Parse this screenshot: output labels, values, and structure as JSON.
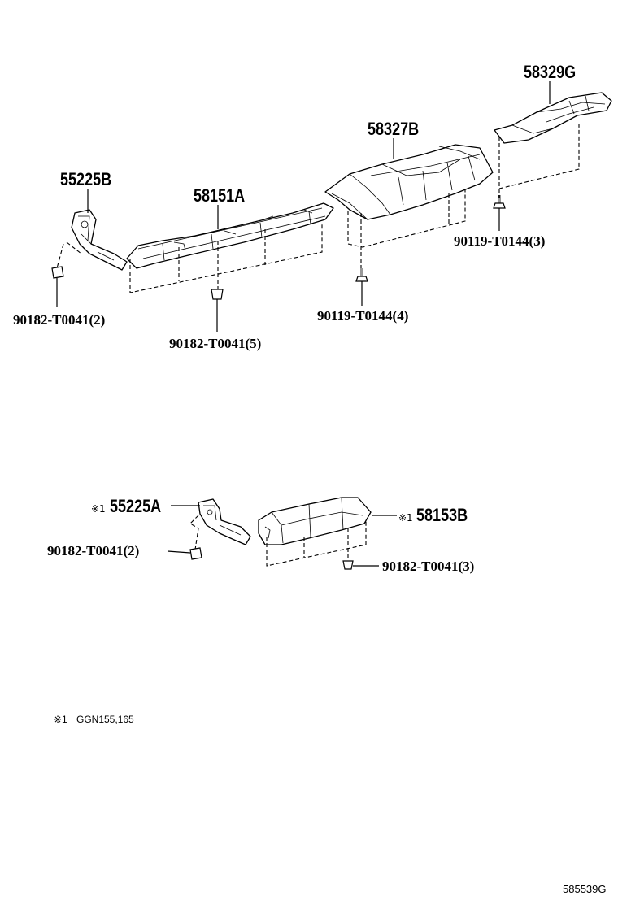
{
  "labels": {
    "p55225B": "55225B",
    "p58151A": "58151A",
    "p58327B": "58327B",
    "p58329G": "58329G",
    "p55225A": "55225A",
    "p58153B": "58153B",
    "b_90182_2_top": "90182-T0041(2)",
    "b_90182_5": "90182-T0041(5)",
    "b_90119_4": "90119-T0144(4)",
    "b_90119_3": "90119-T0144(3)",
    "b_90182_2_bottom": "90182-T0041(2)",
    "b_90182_3": "90182-T0041(3)"
  },
  "applicability_mark": "※1",
  "note": {
    "mark": "※1",
    "text": "GGN155,165"
  },
  "diagram_code": "585539G"
}
